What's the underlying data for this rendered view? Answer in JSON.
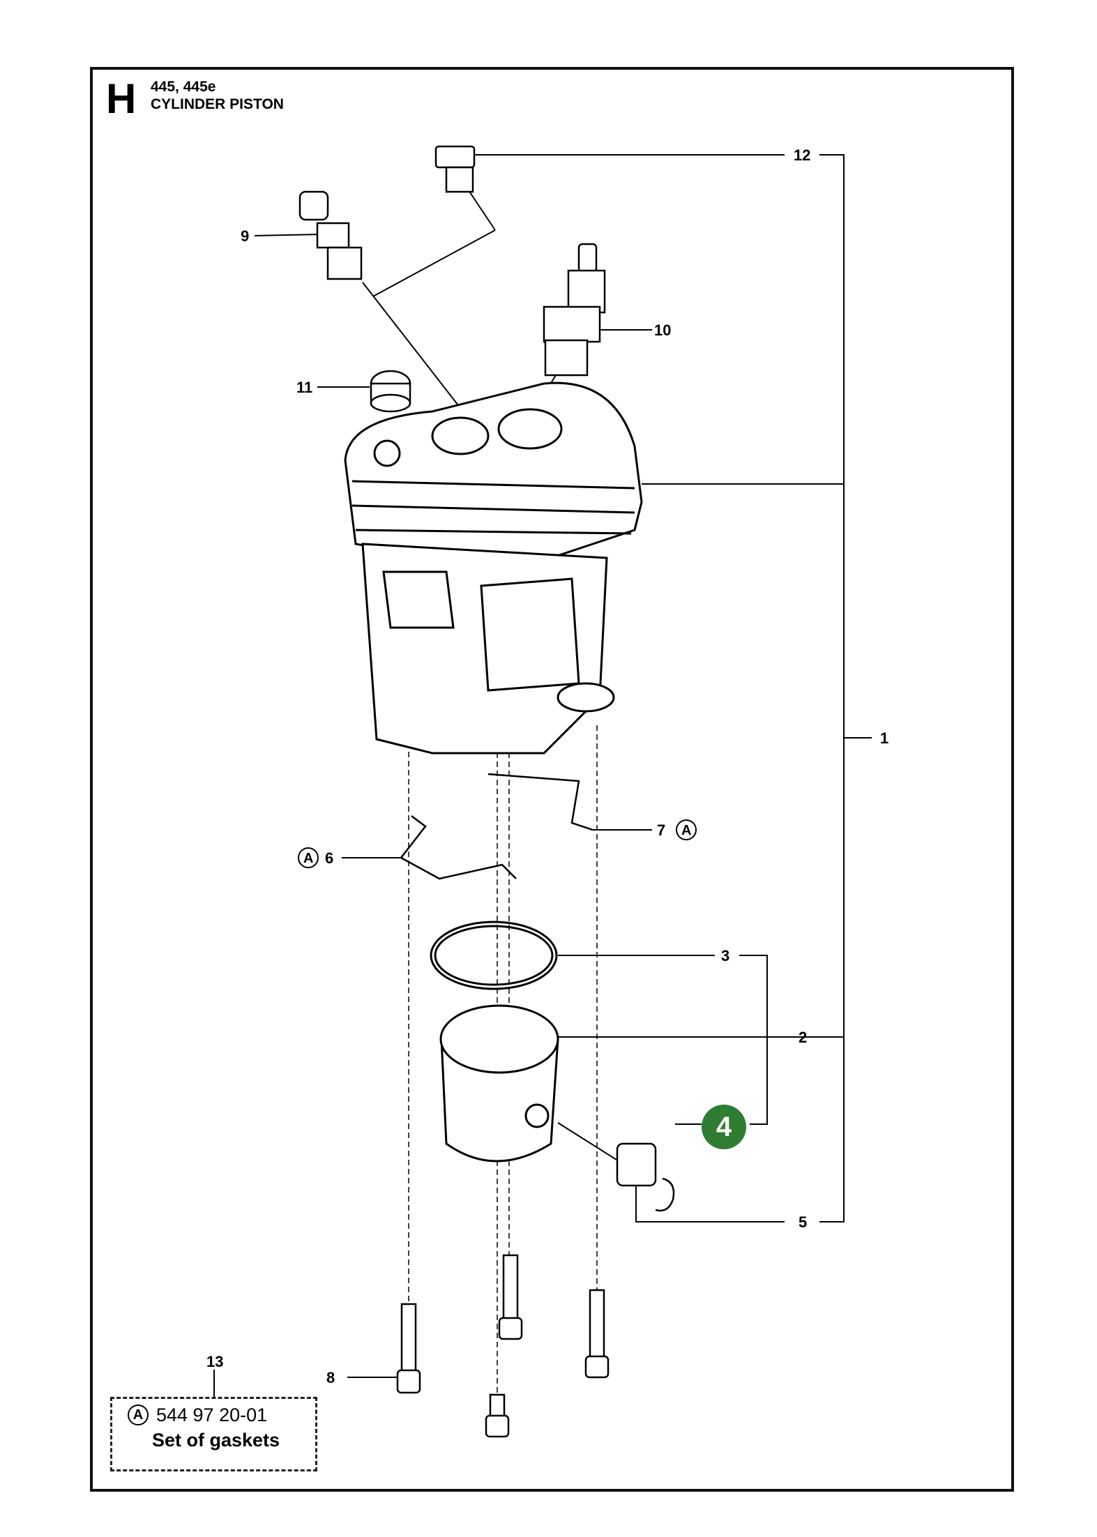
{
  "header": {
    "page_letter": "H",
    "model": "445, 445e",
    "section_title": "CYLINDER PISTON"
  },
  "callouts": {
    "c1": "1",
    "c2": "2",
    "c3": "3",
    "c4": "4",
    "c5": "5",
    "c6": "6",
    "c7": "7",
    "c8": "8",
    "c9": "9",
    "c10": "10",
    "c11": "11",
    "c12": "12",
    "c13": "13"
  },
  "kit_marker": "A",
  "gasket_kit": {
    "marker": "A",
    "part_number": "544 97 20-01",
    "description": "Set of gaskets"
  },
  "highlight": {
    "label": "4",
    "color": "#2e7d32"
  }
}
